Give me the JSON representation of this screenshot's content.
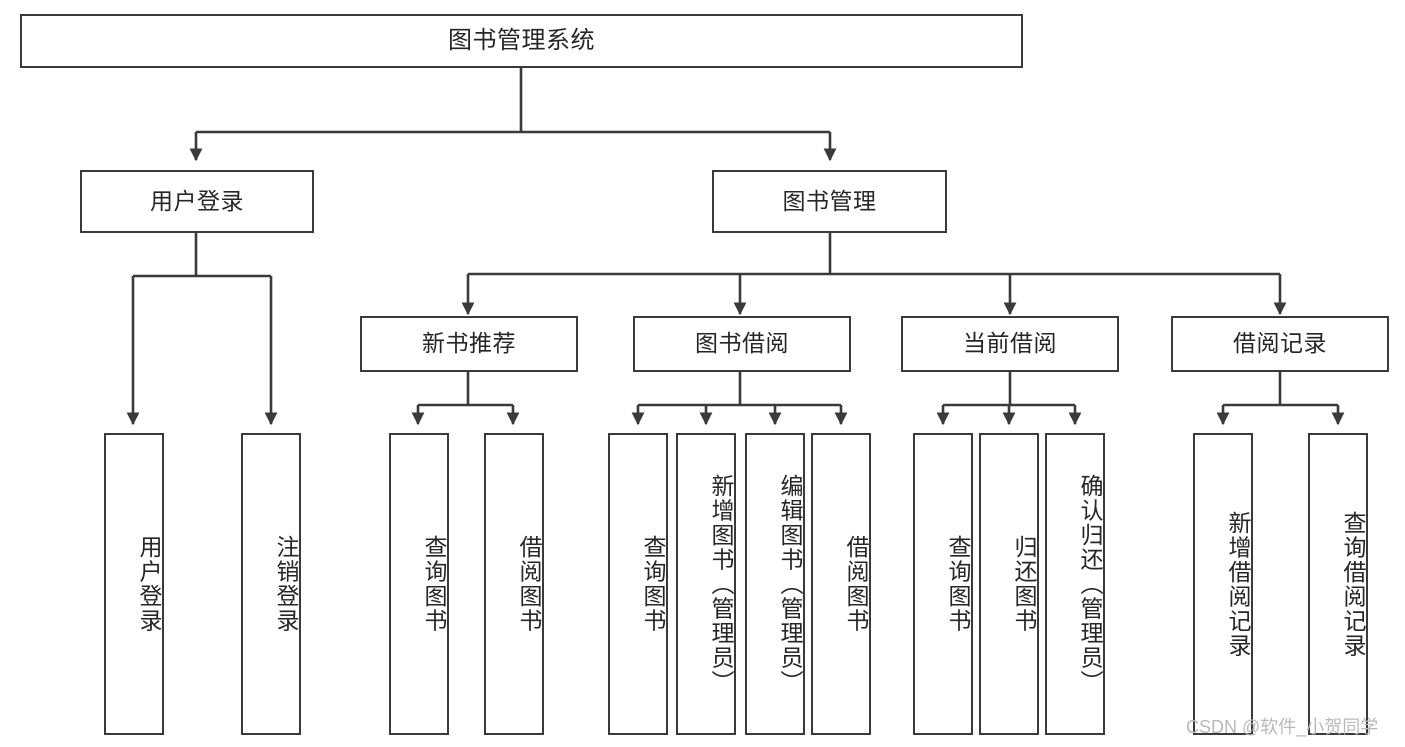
{
  "diagram": {
    "title": "图书管理系统",
    "type": "functional-decomposition-tree",
    "watermark": "CSDN @软件_小贺同学",
    "colors": {
      "stroke": "#3a3a3a",
      "text": "#262626",
      "background": "#ffffff",
      "watermark": "#b9b9b9"
    },
    "levels": {
      "level1": [
        {
          "id": "root",
          "label": "图书管理系统"
        }
      ],
      "level2": [
        {
          "id": "user-login",
          "label": "用户登录"
        },
        {
          "id": "book-manage",
          "label": "图书管理"
        }
      ],
      "level3": [
        {
          "id": "new-book-recommend",
          "label": "新书推荐"
        },
        {
          "id": "book-borrow",
          "label": "图书借阅"
        },
        {
          "id": "current-borrow",
          "label": "当前借阅"
        },
        {
          "id": "borrow-record",
          "label": "借阅记录"
        }
      ],
      "level4": [
        {
          "id": "leaf-user-login",
          "label": "用户登录",
          "parent": "user-login"
        },
        {
          "id": "leaf-logout-login",
          "label": "注销登录",
          "parent": "user-login"
        },
        {
          "id": "leaf-query-book-1",
          "label": "查询图书",
          "parent": "new-book-recommend"
        },
        {
          "id": "leaf-borrow-book-1",
          "label": "借阅图书",
          "parent": "new-book-recommend"
        },
        {
          "id": "leaf-query-book-2",
          "label": "查询图书",
          "parent": "book-borrow"
        },
        {
          "id": "leaf-add-book",
          "label": "新增图书（管理员）",
          "parent": "book-borrow"
        },
        {
          "id": "leaf-edit-book",
          "label": "编辑图书（管理员）",
          "parent": "book-borrow"
        },
        {
          "id": "leaf-borrow-book-2",
          "label": "借阅图书",
          "parent": "book-borrow"
        },
        {
          "id": "leaf-query-book-3",
          "label": "查询图书",
          "parent": "current-borrow"
        },
        {
          "id": "leaf-return-book",
          "label": "归还图书",
          "parent": "current-borrow"
        },
        {
          "id": "leaf-confirm-return",
          "label": "确认归还（管理员）",
          "parent": "current-borrow"
        },
        {
          "id": "leaf-add-record",
          "label": "新增借阅记录",
          "parent": "borrow-record"
        },
        {
          "id": "leaf-query-record",
          "label": "查询借阅记录",
          "parent": "borrow-record"
        }
      ]
    }
  }
}
